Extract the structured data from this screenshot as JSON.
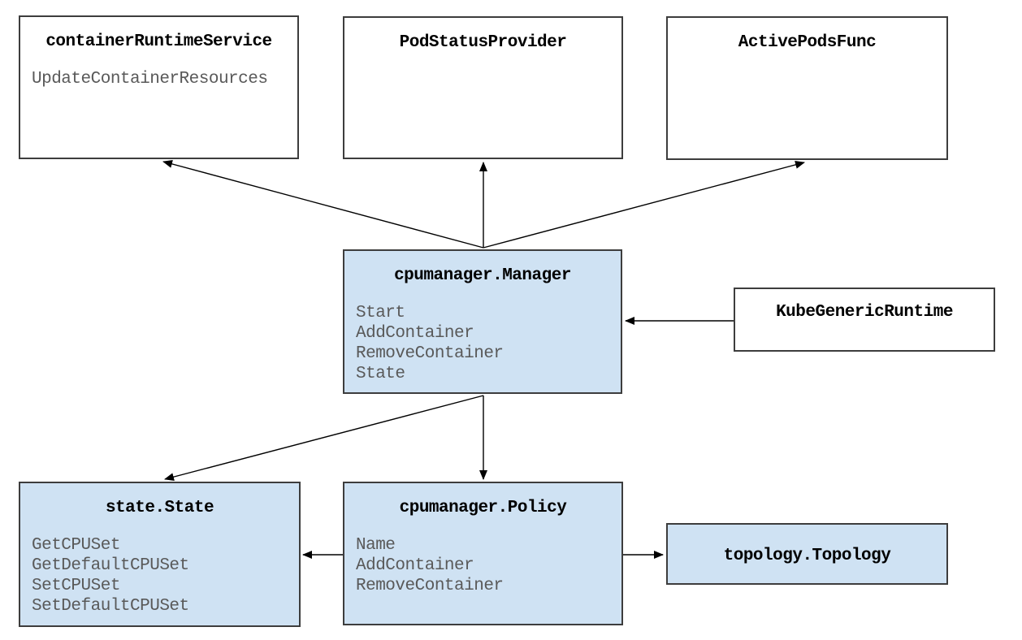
{
  "diagram": {
    "description": "Kubernetes cpumanager architecture diagram",
    "colors": {
      "node_fill_blue": "#cfe2f3",
      "node_fill_white": "#ffffff",
      "node_border": "#3d3d3d",
      "title_text": "#000000",
      "method_text": "#595959",
      "arrow": "#000000",
      "background": "#ffffff"
    }
  },
  "nodes": [
    {
      "id": "containerRuntimeService",
      "title": "containerRuntimeService",
      "fill": "white",
      "methods": [
        "UpdateContainerResources"
      ]
    },
    {
      "id": "PodStatusProvider",
      "title": "PodStatusProvider",
      "fill": "white",
      "methods": []
    },
    {
      "id": "ActivePodsFunc",
      "title": "ActivePodsFunc",
      "fill": "white",
      "methods": []
    },
    {
      "id": "cpumanager.Manager",
      "title": "cpumanager.Manager",
      "fill": "blue",
      "methods": [
        "Start",
        "AddContainer",
        "RemoveContainer",
        "State"
      ]
    },
    {
      "id": "KubeGenericRuntime",
      "title": "KubeGenericRuntime",
      "fill": "white",
      "methods": []
    },
    {
      "id": "state.State",
      "title": "state.State",
      "fill": "blue",
      "methods": [
        "GetCPUSet",
        "GetDefaultCPUSet",
        "SetCPUSet",
        "SetDefaultCPUSet"
      ]
    },
    {
      "id": "cpumanager.Policy",
      "title": "cpumanager.Policy",
      "fill": "blue",
      "methods": [
        "Name",
        "AddContainer",
        "RemoveContainer"
      ]
    },
    {
      "id": "topology.Topology",
      "title": "topology.Topology",
      "fill": "blue",
      "methods": []
    }
  ],
  "edges": [
    {
      "from": "cpumanager.Manager",
      "to": "containerRuntimeService"
    },
    {
      "from": "cpumanager.Manager",
      "to": "PodStatusProvider"
    },
    {
      "from": "cpumanager.Manager",
      "to": "ActivePodsFunc"
    },
    {
      "from": "KubeGenericRuntime",
      "to": "cpumanager.Manager"
    },
    {
      "from": "cpumanager.Manager",
      "to": "state.State"
    },
    {
      "from": "cpumanager.Manager",
      "to": "cpumanager.Policy"
    },
    {
      "from": "cpumanager.Policy",
      "to": "state.State"
    },
    {
      "from": "cpumanager.Policy",
      "to": "topology.Topology"
    }
  ]
}
